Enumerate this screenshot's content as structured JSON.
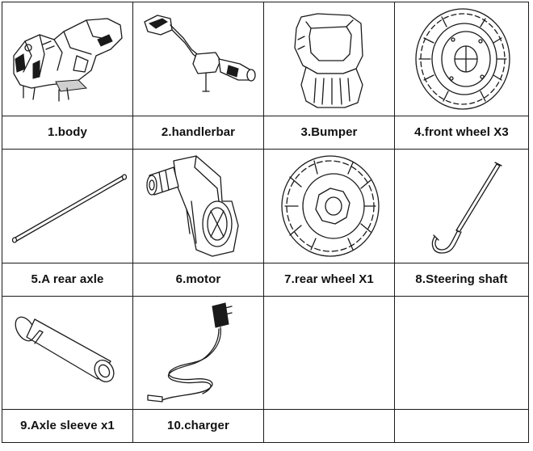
{
  "parts": [
    {
      "label": "1.body",
      "icon": "quad-body-icon"
    },
    {
      "label": "2.handlerbar",
      "icon": "handlebar-icon"
    },
    {
      "label": "3.Bumper",
      "icon": "bumper-icon"
    },
    {
      "label": "4.front wheel X3",
      "icon": "front-wheel-icon"
    },
    {
      "label": "5.A rear axle",
      "icon": "rear-axle-icon"
    },
    {
      "label": "6.motor",
      "icon": "motor-icon"
    },
    {
      "label": "7.rear wheel X1",
      "icon": "rear-wheel-icon"
    },
    {
      "label": "8.Steering shaft",
      "icon": "steering-shaft-icon"
    },
    {
      "label": "9.Axle sleeve x1",
      "icon": "axle-sleeve-icon"
    },
    {
      "label": "10.charger",
      "icon": "charger-icon"
    },
    {
      "label": "",
      "icon": ""
    },
    {
      "label": "",
      "icon": ""
    }
  ]
}
